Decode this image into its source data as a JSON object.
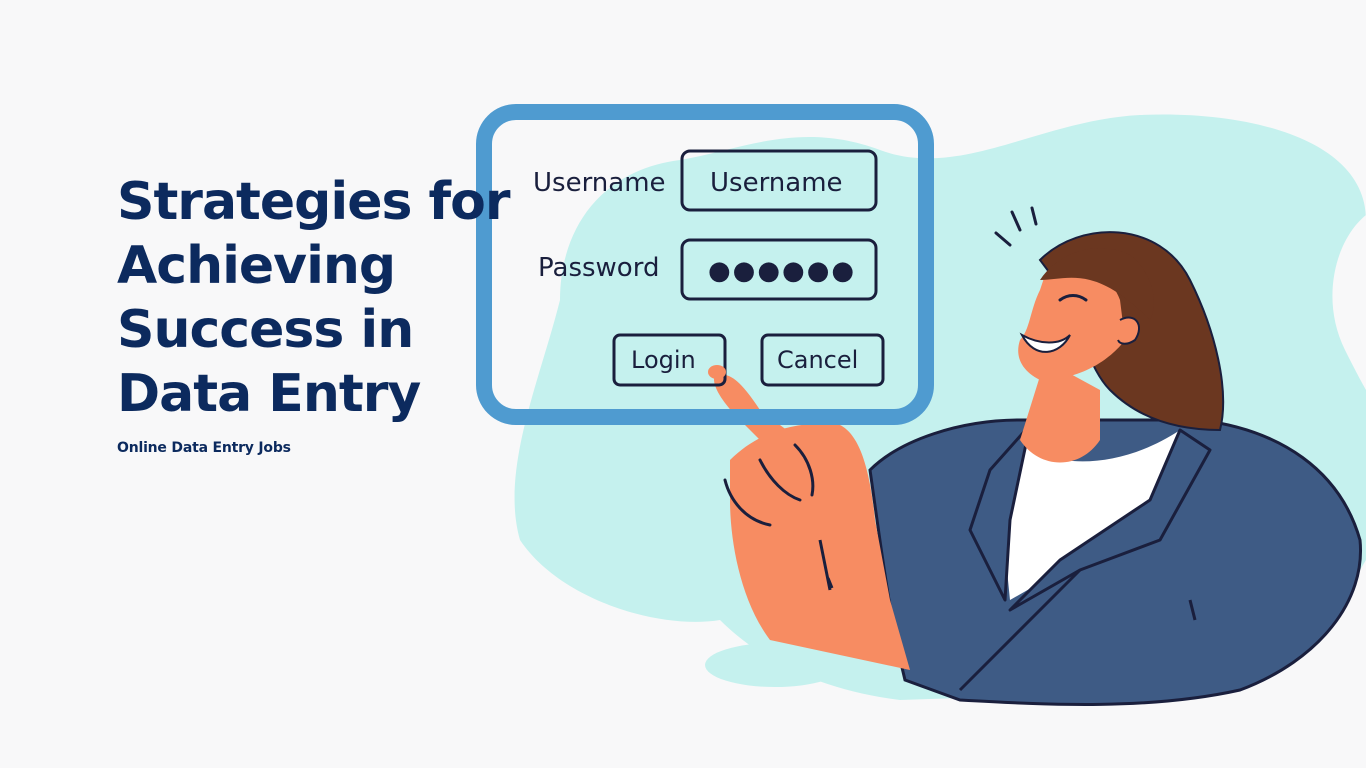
{
  "hero": {
    "title": "Strategies for Achieving Success in Data Entry",
    "subtitle": "Online Data Entry Jobs"
  },
  "login_form": {
    "username_label": "Username",
    "username_value": "Username",
    "password_label": "Password",
    "password_value": "●●●●●●",
    "login_button": "Login",
    "cancel_button": "Cancel"
  },
  "colors": {
    "background": "#f8f8f9",
    "title": "#0c2a5e",
    "blob": "#c5f1ee",
    "frame": "#4f9bd0",
    "skin": "#f78c62",
    "hair": "#6b3720",
    "blazer": "#3e5b85"
  }
}
